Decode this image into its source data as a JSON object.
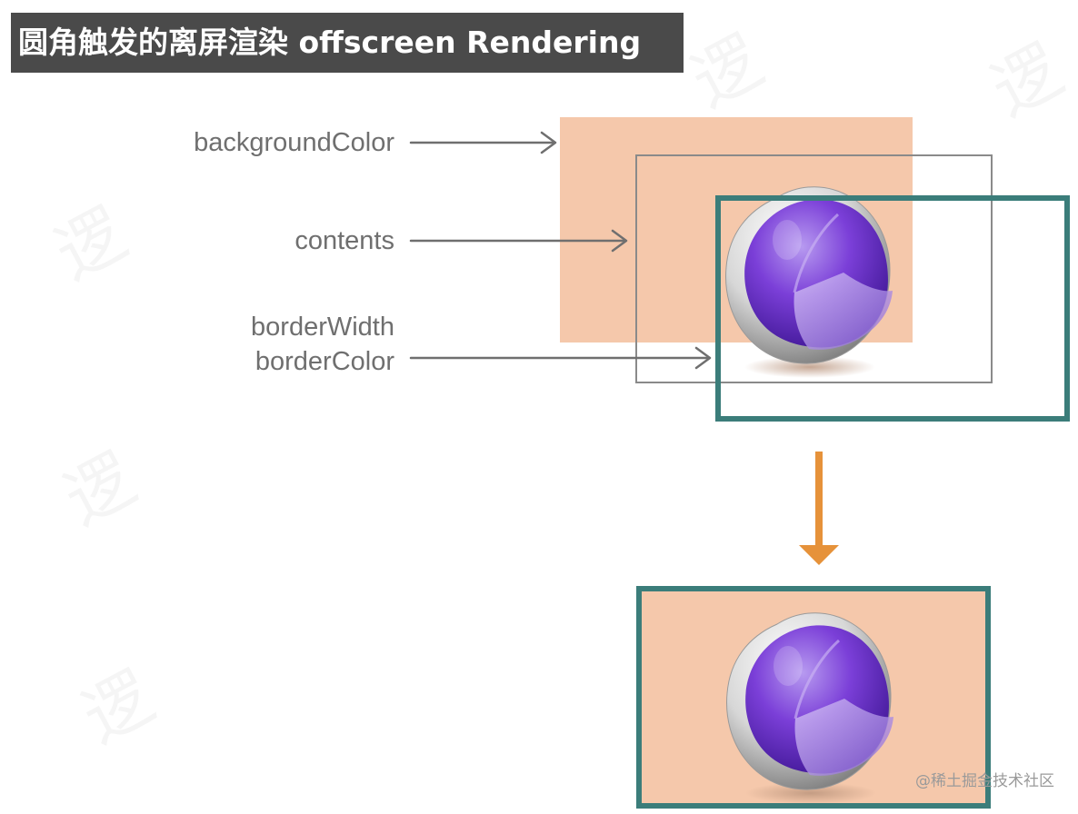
{
  "title": "圆角触发的离屏渲染 offscreen Rendering",
  "labels": {
    "background_color": "backgroundColor",
    "contents": "contents",
    "border_width": "borderWidth",
    "border_color": "borderColor"
  },
  "footer_watermark": "@稀土掘金技术社区",
  "background_watermark": "逻",
  "colors": {
    "layer_background": "#f5c8ab",
    "border": "#3b7d7a",
    "contents_frame": "#8a8a8a",
    "result_arrow": "#e6923a",
    "title_background": "#4a4a4a"
  },
  "icons": {
    "contents_image": "purple-sphere-icon"
  }
}
